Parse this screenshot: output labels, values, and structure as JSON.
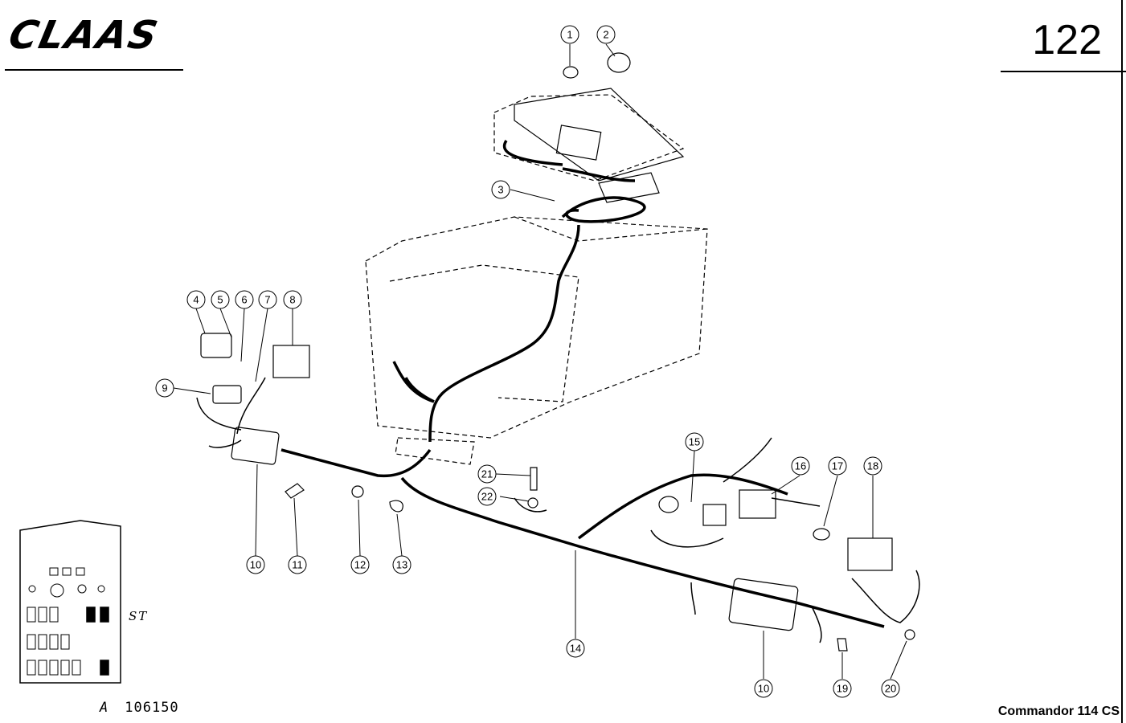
{
  "header": {
    "brand_logo": "CLAAS",
    "page_number": "122"
  },
  "footer": {
    "doc_letter": "A",
    "doc_number": "106150",
    "model_name": "Commandor 114 CS"
  },
  "panel": {
    "code_label": "ST"
  },
  "callouts": [
    "1",
    "2",
    "3",
    "4",
    "5",
    "6",
    "7",
    "8",
    "9",
    "10",
    "11",
    "12",
    "13",
    "14",
    "15",
    "16",
    "17",
    "18",
    "19",
    "20",
    "21",
    "22",
    "10"
  ],
  "colors": {
    "ink": "#000000",
    "paper": "#ffffff"
  }
}
